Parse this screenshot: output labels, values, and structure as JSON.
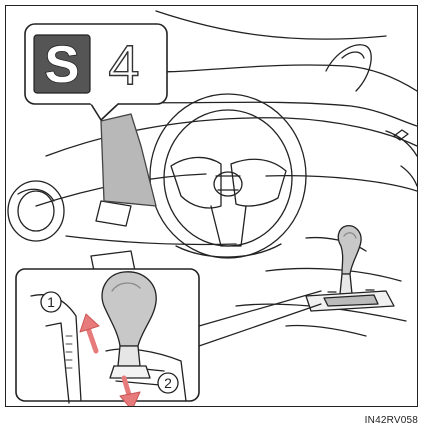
{
  "indicator": {
    "mode_letter": "S",
    "gear_number": "4"
  },
  "callouts": {
    "upshift": "1",
    "downshift": "2"
  },
  "figure_code": "IN42RV058"
}
